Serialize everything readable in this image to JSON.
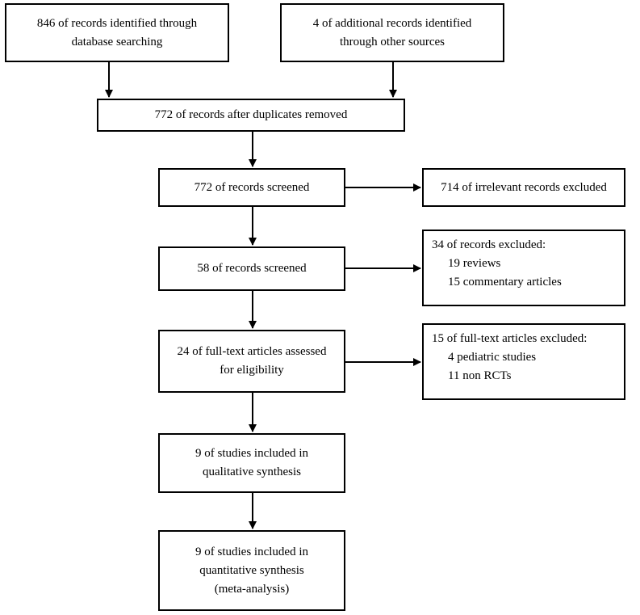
{
  "flow": {
    "identification": {
      "database": [
        "846 of records identified through",
        "database searching"
      ],
      "other": [
        "4 of additional records identified",
        "through other sources"
      ]
    },
    "duplicates_removed": "772 of records after duplicates removed",
    "screened_1": "772 of records screened",
    "excluded_1": "714 of irrelevant records excluded",
    "screened_2": "58 of records screened",
    "excluded_2": {
      "title": "34 of records excluded:",
      "items": [
        "19 reviews",
        "15 commentary articles"
      ]
    },
    "eligibility": [
      "24 of full-text articles assessed",
      "for eligibility"
    ],
    "excluded_3": {
      "title": "15 of full-text articles excluded:",
      "items": [
        "4 pediatric studies",
        "11 non RCTs"
      ]
    },
    "qualitative": [
      "9 of studies included in",
      "qualitative synthesis"
    ],
    "quantitative": [
      "9 of studies included in",
      "quantitative synthesis",
      "(meta-analysis)"
    ]
  }
}
